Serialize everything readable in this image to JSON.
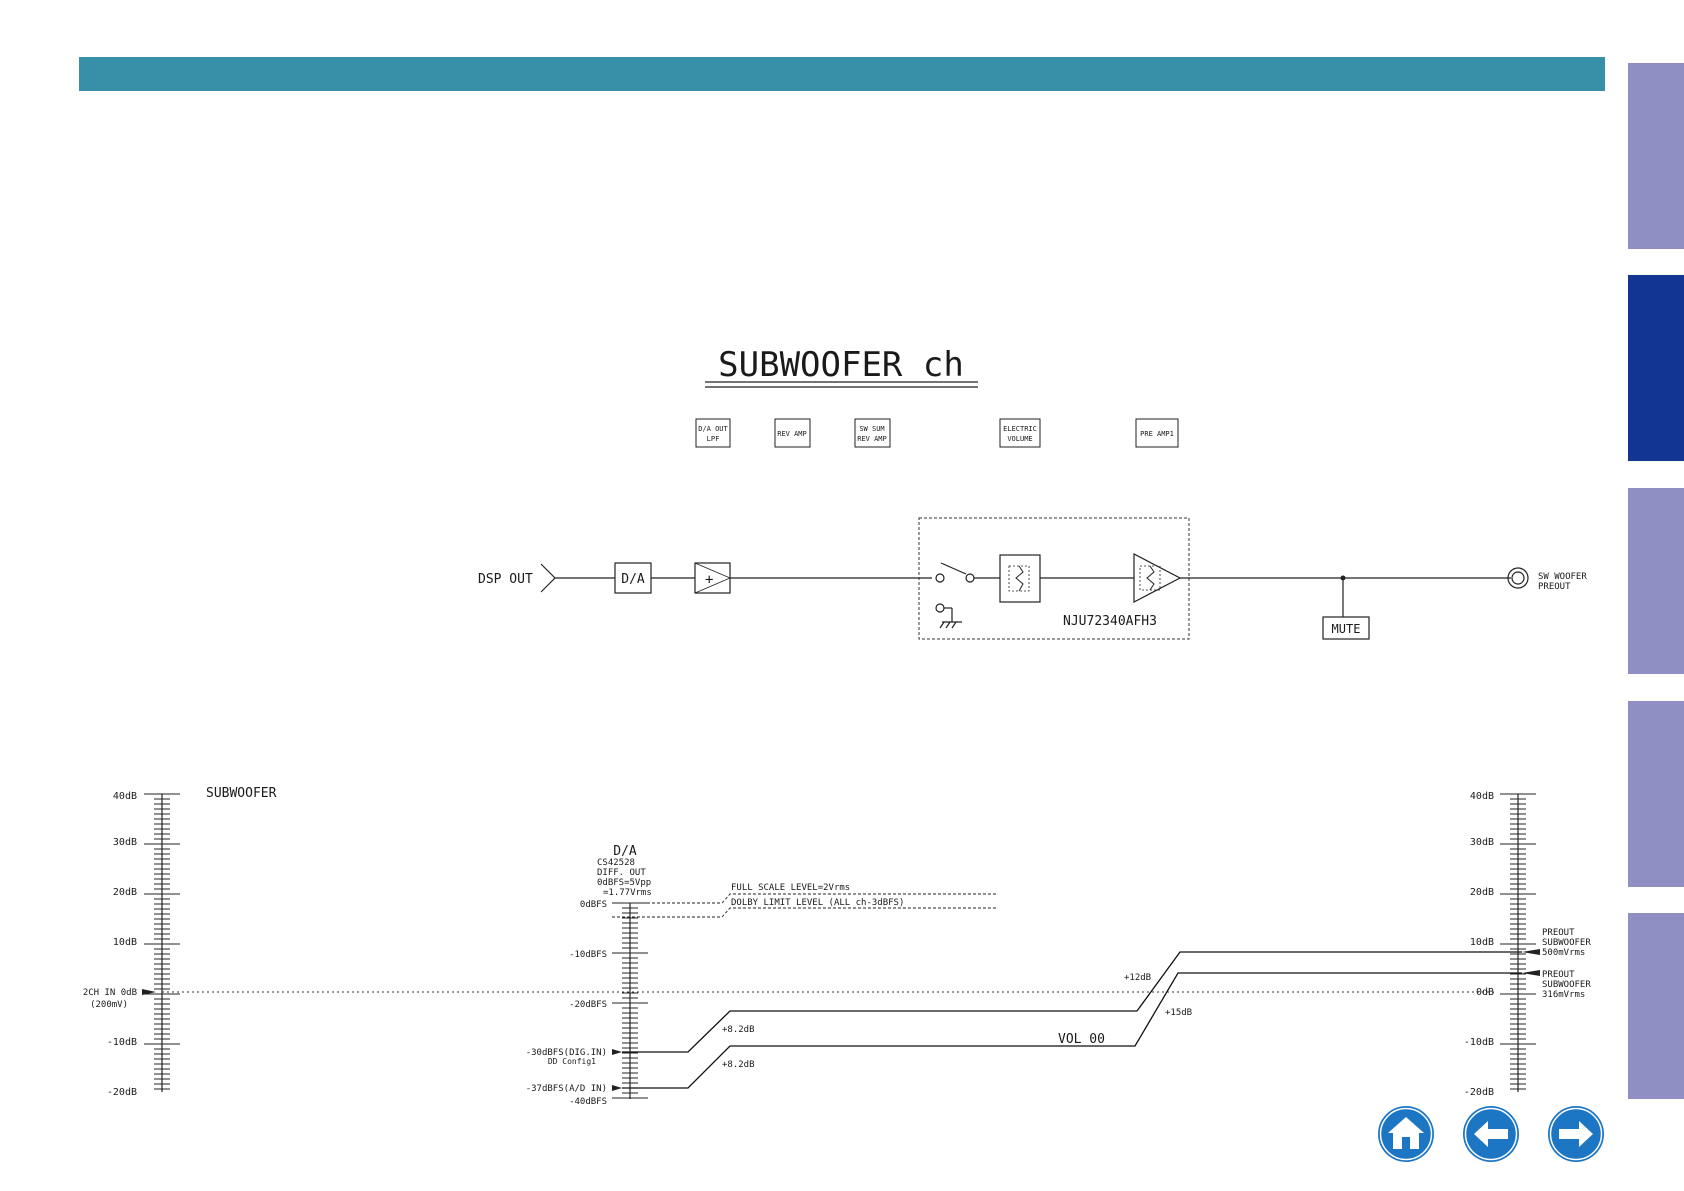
{
  "header": {
    "bar_color": "#3790a8"
  },
  "side_tabs": [
    {
      "color": "#8f8fc4",
      "active": false
    },
    {
      "color": "#123593",
      "active": true
    },
    {
      "color": "#8f8fc4",
      "active": false
    },
    {
      "color": "#8f8fc4",
      "active": false
    },
    {
      "color": "#8f8fc4",
      "active": false
    }
  ],
  "title": "SUBWOOFER ch",
  "legend_boxes": [
    [
      "D/A OUT",
      "LPF"
    ],
    [
      "REV AMP"
    ],
    [
      "SW SUM",
      "REV AMP"
    ],
    [
      "ELECTRIC",
      "VOLUME"
    ],
    [
      "PRE AMP1"
    ]
  ],
  "signal_chain": {
    "input": "DSP OUT",
    "dac": "D/A",
    "amp_symbol": "+",
    "ic": "NJU72340AFH3",
    "mute": "MUTE",
    "output": [
      "SW WOOFER",
      "PREOUT"
    ]
  },
  "level_diagram": {
    "section": "SUBWOOFER",
    "left_scale": [
      "40dB",
      "30dB",
      "20dB",
      "10dB",
      "-10dB",
      "-20dB"
    ],
    "left_ref": [
      "2CH IN 0dB",
      "(200mV)"
    ],
    "da_title": "D/A",
    "da_info": [
      "CS42528",
      "DIFF. OUT",
      "0dBFS=5Vpp",
      "=1.77Vrms"
    ],
    "da_scale": [
      "0dBFS",
      "-10dBFS",
      "-20dBFS",
      "-40dBFS"
    ],
    "da_input_levels": [
      {
        "label": "-30dBFS(DIG.IN)",
        "sub": "DD Config1"
      },
      {
        "label": "-37dBFS(A/D IN)"
      }
    ],
    "full_scale_level": "FULL SCALE LEVEL=2Vrms",
    "dolby_limit_level": "DOLBY LIMIT LEVEL (ALL ch-3dBFS)",
    "gains": [
      "+8.2dB",
      "+8.2dB",
      "+12dB",
      "+15dB"
    ],
    "volume": "VOL 00",
    "right_scale": [
      "40dB",
      "30dB",
      "20dB",
      "10dB",
      "0dB",
      "-10dB",
      "-20dB"
    ],
    "outputs": [
      {
        "lines": [
          "PREOUT",
          "SUBWOOFER",
          "500mVrms"
        ]
      },
      {
        "lines": [
          "PREOUT",
          "SUBWOOFER",
          "316mVrms"
        ]
      }
    ]
  },
  "nav": {
    "button_color": "#1d76c4"
  }
}
